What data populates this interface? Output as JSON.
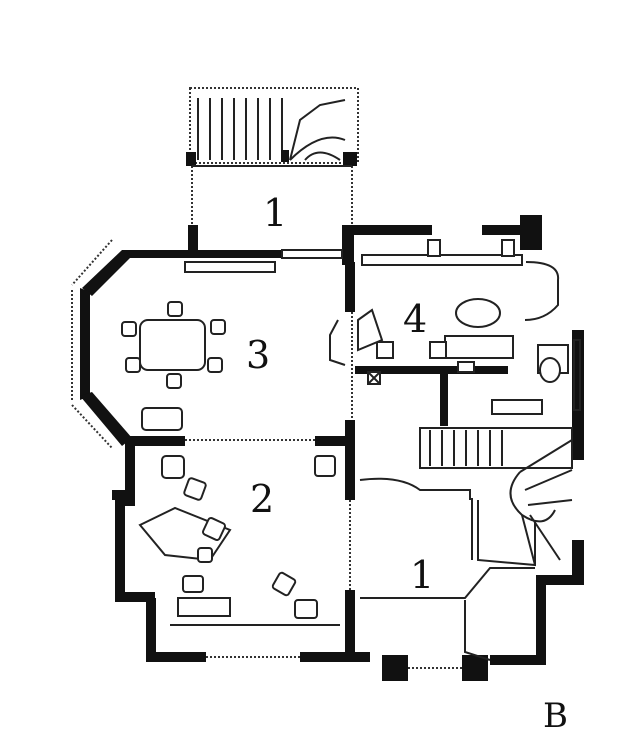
{
  "figure": {
    "label": "B"
  },
  "rooms": [
    {
      "id": "stair-porch",
      "number": "1"
    },
    {
      "id": "room-2",
      "number": "2"
    },
    {
      "id": "room-3",
      "number": "3"
    },
    {
      "id": "room-4",
      "number": "4"
    },
    {
      "id": "stair-hall",
      "number": "1"
    }
  ]
}
